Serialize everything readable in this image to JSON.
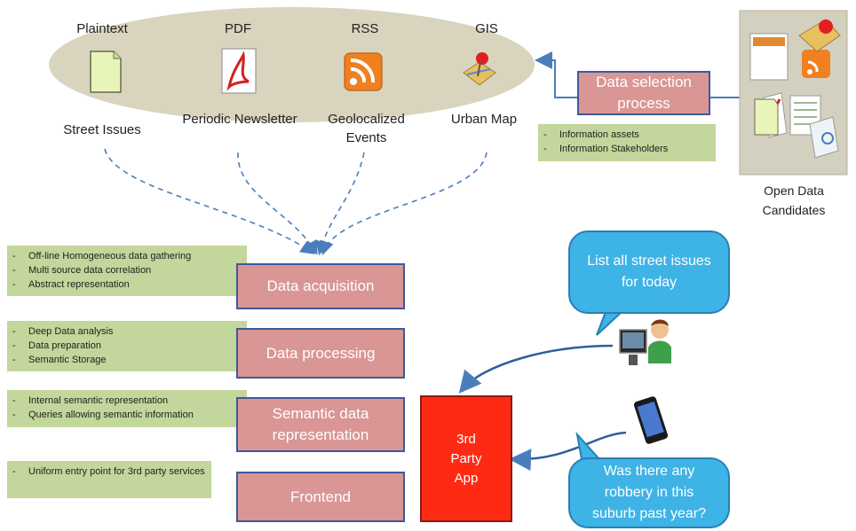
{
  "formats": [
    {
      "label": "Plaintext",
      "icon": "plaintext-document-icon",
      "category": "Street Issues"
    },
    {
      "label": "PDF",
      "icon": "pdf-icon",
      "category": "Periodic Newsletter"
    },
    {
      "label": "RSS",
      "icon": "rss-feed-icon",
      "category": "Geolocalized Events"
    },
    {
      "label": "GIS",
      "icon": "map-pin-icon",
      "category": "Urban Map"
    }
  ],
  "selection": {
    "title": "Data selection process",
    "notes": [
      "Information assets",
      "Information Stakeholders"
    ]
  },
  "candidates": {
    "label": "Open Data Candidates"
  },
  "stages": [
    {
      "title": "Data acquisition",
      "notes": [
        "Off-line Homogeneous data gathering",
        "Multi source data correlation",
        "Abstract representation"
      ]
    },
    {
      "title": "Data processing",
      "notes": [
        "Deep Data analysis",
        "Data preparation",
        "Semantic Storage"
      ]
    },
    {
      "title": "Semantic data representation",
      "notes": [
        "Internal semantic representation",
        "Queries allowing semantic information"
      ]
    },
    {
      "title": "Frontend",
      "notes": [
        "Uniform entry point for 3rd party services"
      ]
    }
  ],
  "app": {
    "label": "3rd Party App"
  },
  "bubbles": {
    "top": "List all street issues for today",
    "bottom": "Was there any robbery in this suburb past year?"
  },
  "colors": {
    "stage_fill": "#d99694",
    "stage_border": "#3c5a99",
    "note_fill": "#c3d69b",
    "bubble_fill": "#3eb3e6",
    "app_fill": "#ff2a14",
    "arrow": "#4a7ebb"
  }
}
